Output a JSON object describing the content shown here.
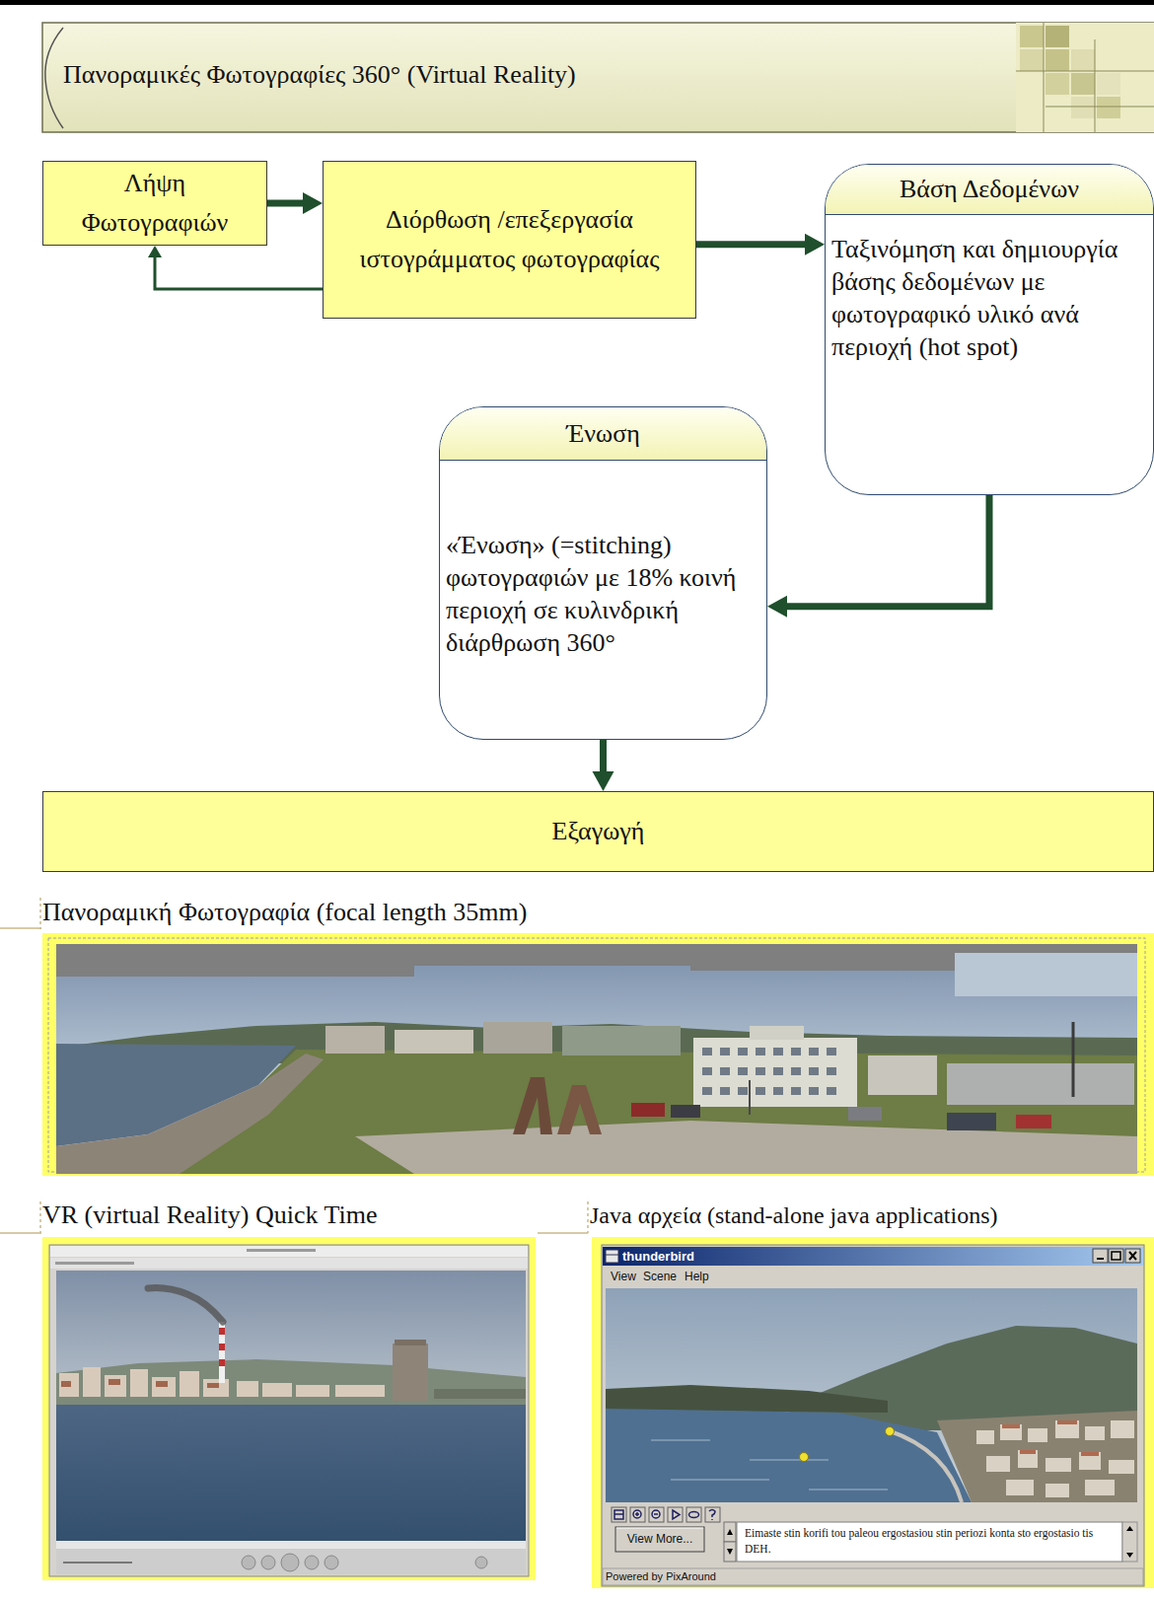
{
  "diagram": {
    "title": "Πανοραμικές Φωτογραφίες 360° (Virtual Reality)",
    "nodes": [
      {
        "text": [
          "Λήψη Φωτογραφιών"
        ]
      },
      {
        "text": [
          "Διόρθωση /επεξεργασία ιστογράμματος φωτογραφίας"
        ]
      },
      {
        "text": [
          "Βάση Δεδομένων",
          "Ταξινόμηση και δημιουργία βάσης δεδομένων με φωτογραφικό υλικό ανά περιοχή (hot spot)"
        ]
      },
      {
        "text": [
          "Ένωση",
          "«Ένωση» (=stitching) φωτογραφιών με 18% κοινή περιοχή σε κυλινδρική διάρθρωση 360°"
        ]
      },
      {
        "text": [
          "Εξαγωγή"
        ]
      }
    ],
    "edges": [
      {
        "from": 0,
        "to": 1,
        "arrow": "to"
      },
      {
        "from": 1,
        "to": 0,
        "arrow": "to"
      },
      {
        "from": 1,
        "to": 2,
        "arrow": "to"
      },
      {
        "from": 2,
        "to": 3,
        "arrow": "to"
      },
      {
        "from": 3,
        "to": 4,
        "arrow": "to"
      }
    ],
    "labels": [
      "Πανοραμική Φωτογραφία (focal length 35mm)",
      "VR (virtual Reality) Quick Time",
      "Java αρχεία (stand-alone java applications)",
      "thunderbird",
      "View",
      "Scene",
      "Help",
      "View More...",
      "Eimaste stin korifi tou paleou ergostasiou stin periozi konta sto ergostasio tis DEH.",
      "Powered by PixAround"
    ]
  }
}
